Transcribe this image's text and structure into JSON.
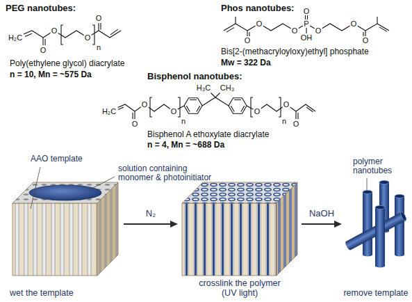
{
  "diagram": {
    "nodes": [
      {
        "text": [
          "wet the template"
        ]
      },
      {
        "text": [
          "crosslink the polymer (UV light)"
        ]
      },
      {
        "text": [
          "remove template"
        ]
      }
    ],
    "edges": [
      {
        "from": 0,
        "to": 1,
        "arrow": "to",
        "label": "N₂"
      },
      {
        "from": 1,
        "to": 2,
        "arrow": "to",
        "label": "NaOH"
      }
    ],
    "labels": [
      "PEG nanotubes:",
      "Poly(ethylene glycol) diacrylate",
      "n = 10, Mn = ~575 Da",
      "Phos nanotubes:",
      "Bis[2-(methacryloyloxy)ethyl] phosphate",
      "Mw = 322 Da",
      "Bisphenol nanotubes:",
      "Bisphenol A ethoxylate diacrylate",
      "n = 4, Mn = ~688 Da",
      "H₂C",
      "O",
      "O",
      "O",
      "n",
      "O",
      "O",
      "O",
      "O",
      "P",
      "O",
      "OH",
      "O",
      "O",
      "O",
      "H₃C",
      "CH₃",
      "H₂C",
      "O",
      "O",
      "O",
      "n",
      "O",
      "n",
      "O",
      "O",
      "AAO template",
      "solution containing monomer & photoinitiator",
      "polymer nanotubes"
    ]
  }
}
